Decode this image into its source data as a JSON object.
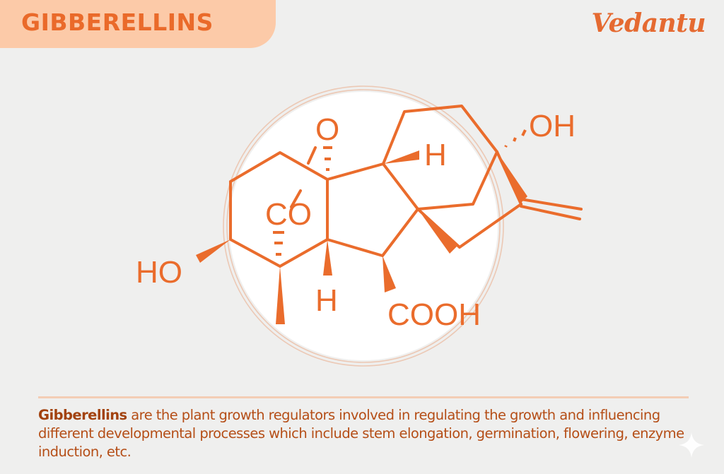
{
  "header": {
    "title": "GIBBERELLINS",
    "logo_text": "Vedantu"
  },
  "diagram": {
    "type": "chemical-structure",
    "compound": "Gibberellin",
    "labels": {
      "ketone_oxygen": "O",
      "lactone": "CO",
      "hydroxyl_left": "HO",
      "hydrogen_upper": "H",
      "hydrogen_lower": "H",
      "hydroxyl_right": "OH",
      "carboxyl": "COOH"
    },
    "colors": {
      "bond": "#ea6c2c",
      "circle_fill": "#ffffff",
      "circle_ring": "#ecc8b4"
    }
  },
  "description": {
    "term": "Gibberellins",
    "text": " are the plant growth regulators involved in regulating the growth and influencing different developmental processes which include stem elongation, germination, flowering, enzyme induction, etc."
  },
  "colors": {
    "background": "#efefee",
    "title_tab": "#fccaa8",
    "title_text": "#ea6a2a",
    "body_text": "#b54e17"
  }
}
